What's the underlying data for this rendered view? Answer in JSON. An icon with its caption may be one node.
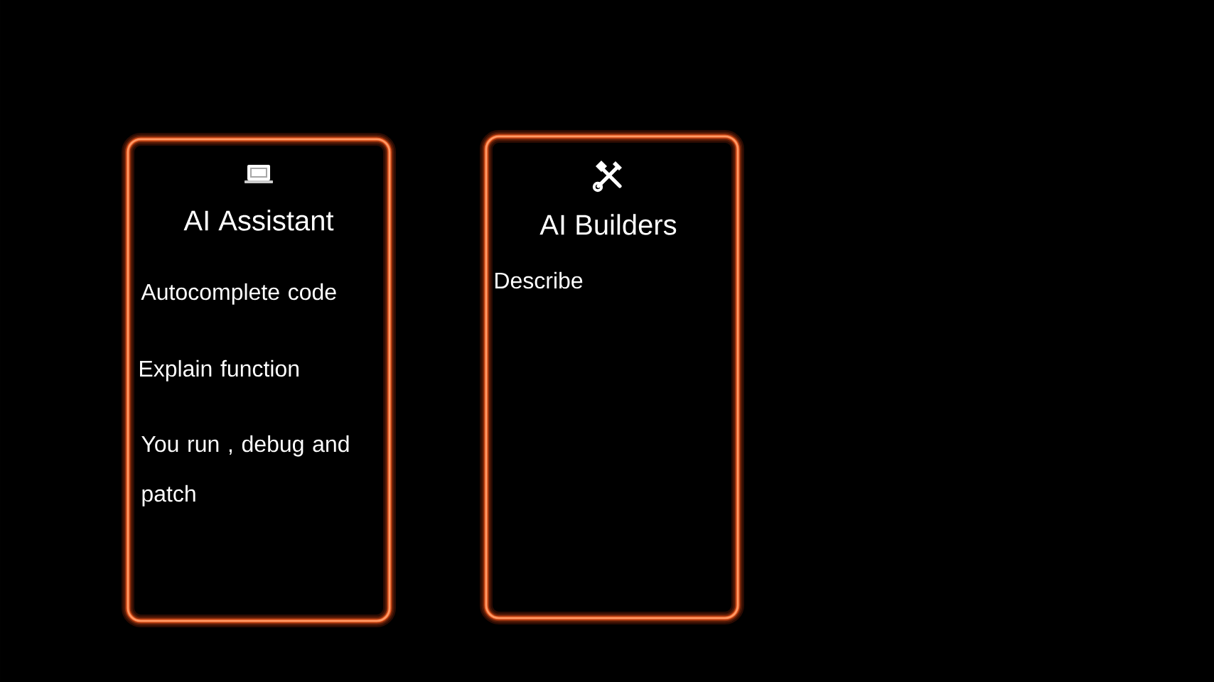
{
  "diagram": {
    "nodes": [
      {
        "text": [
          "AI Assistant",
          "Autocomplete code",
          "Explain function",
          "You run , debug and patch"
        ]
      },
      {
        "text": [
          "AI Builders",
          "Describe"
        ]
      }
    ]
  }
}
